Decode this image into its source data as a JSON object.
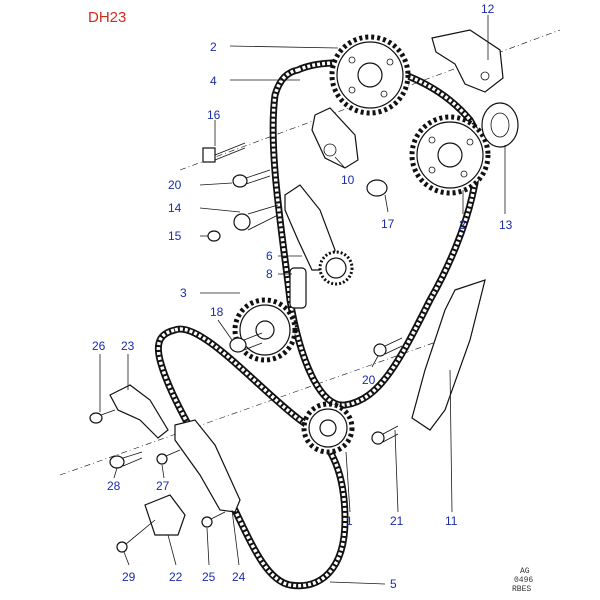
{
  "diagram": {
    "code": "DH23",
    "stamp": [
      "AG",
      "0496",
      "RBES"
    ],
    "colors": {
      "title": "#d42a1c",
      "callout": "#1a2ca8",
      "line": "#111111"
    },
    "callouts": {
      "c2a": "2",
      "c4": "4",
      "c12": "12",
      "c16": "16",
      "c10": "10",
      "c20a": "20",
      "c17": "17",
      "c2b": "2",
      "c13": "13",
      "c14": "14",
      "c15": "15",
      "c6": "6",
      "c8": "8",
      "c3": "3",
      "c18": "18",
      "c26": "26",
      "c23": "23",
      "c20b": "20",
      "c28": "28",
      "c27": "27",
      "c1": "1",
      "c21": "21",
      "c11": "11",
      "c29": "29",
      "c22": "22",
      "c25": "25",
      "c24": "24",
      "c5": "5"
    }
  }
}
